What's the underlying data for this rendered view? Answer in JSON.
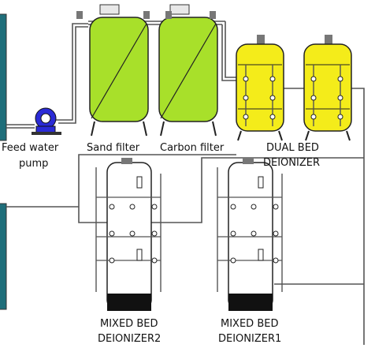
{
  "labels": {
    "feed_pump_line1": "Feed water",
    "feed_pump_line2": "pump",
    "sand_filter": "Sand filter",
    "carbon_filter": "Carbon filter",
    "dual_bed_line1": "DUAL BED",
    "dual_bed_line2": "DEIONIZER",
    "mixed_bed2_line1": "MIXED BED",
    "mixed_bed2_line2": "DEIONIZER2",
    "mixed_bed1_line1": "MIXED BED",
    "mixed_bed1_line2": "DEIONIZER1"
  },
  "colors": {
    "filter_green": "#a8e02a",
    "deionizer_yellow": "#f4ec1a",
    "pump_blue": "#2b2bd6",
    "tank_teal": "#1f6e7a",
    "pipe": "#555555",
    "resin_black": "#111111"
  }
}
